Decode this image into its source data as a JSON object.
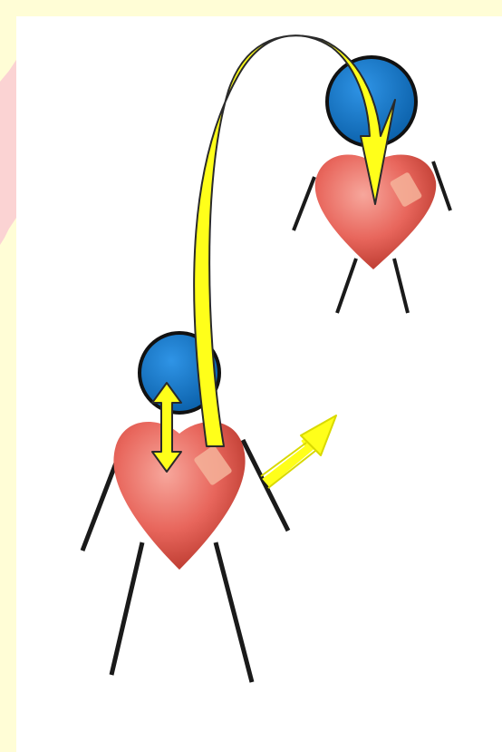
{
  "colors": {
    "page_background": "#fffdd6",
    "panel_background": "#ffffff",
    "side_tab": "#fbd3d3",
    "head_fill": "#0a74c9",
    "head_stroke": "#111111",
    "heart_fill": "#e8665c",
    "heart_shade": "#b8372c",
    "limb_stroke": "#1a1a1a",
    "arrow_fill": "#ffff1a",
    "arrow_stroke": "#2a2a2a",
    "bandage_fill": "#f4b39a"
  },
  "figures": [
    {
      "id": "lower-figure",
      "icon": "heart-body-stick-figure"
    },
    {
      "id": "upper-figure",
      "icon": "heart-body-stick-figure"
    }
  ],
  "arrows": [
    {
      "id": "double-headed-arrow",
      "icon": "vertical-double-arrow"
    },
    {
      "id": "curved-arrow",
      "icon": "curved-arrow-between-figures"
    },
    {
      "id": "outline-arrow",
      "icon": "diagonal-outline-arrow"
    }
  ]
}
